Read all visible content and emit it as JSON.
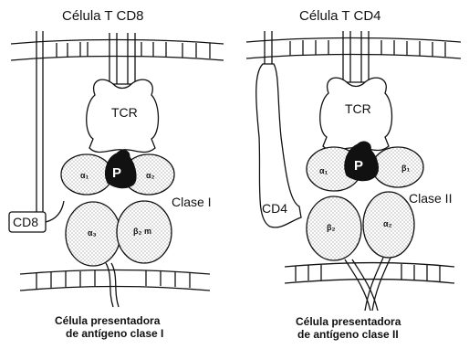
{
  "left_panel": {
    "title": "Célula T CD8",
    "tcr_label": "TCR",
    "peptide_label": "P",
    "coreceptor_label": "CD8",
    "mhc_label": "Clase I",
    "alpha1_label": "α₁",
    "alpha2_label": "α₂",
    "alpha3_label": "α₃",
    "b2m_label": "β₂ m",
    "caption_line1": "Célula presentadora",
    "caption_line2": "de antígeno clase I"
  },
  "right_panel": {
    "title": "Célula  T CD4",
    "tcr_label": "TCR",
    "peptide_label": "P",
    "coreceptor_label": "CD4",
    "mhc_label": "Clase II",
    "alpha1_label": "α₁",
    "beta1_label": "β₁",
    "beta2_label": "β₂",
    "alpha2_label": "α₂",
    "caption_line1": "Célula presentadora",
    "caption_line2": "de antígeno clase II"
  }
}
